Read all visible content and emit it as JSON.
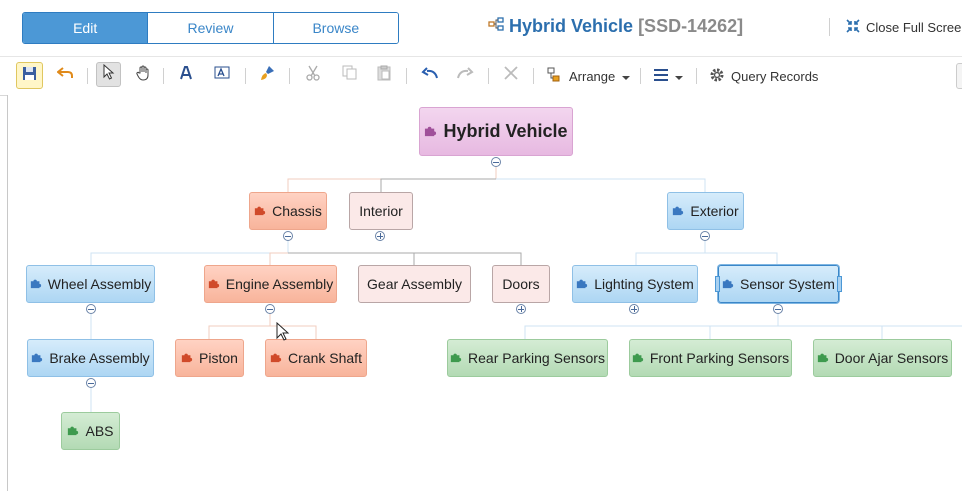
{
  "tabs": [
    {
      "label": "Edit"
    },
    {
      "label": "Review"
    },
    {
      "label": "Browse"
    }
  ],
  "header": {
    "title": "Hybrid Vehicle",
    "id": "[SSD-14262]",
    "close_full_screen": "Close Full Screen"
  },
  "toolbar": {
    "arrange_label": "Arrange",
    "query_label": "Query Records"
  },
  "diagram": {
    "root": "Hybrid Vehicle",
    "nodes": {
      "chassis": "Chassis",
      "interior": "Interior",
      "exterior": "Exterior",
      "wheel_assembly": "Wheel Assembly",
      "engine_assembly": "Engine Assembly",
      "gear_assembly": "Gear Assembly",
      "doors": "Doors",
      "lighting_system": "Lighting System",
      "sensor_system": "Sensor System",
      "brake_assembly": "Brake Assembly",
      "piston": "Piston",
      "crank_shaft": "Crank Shaft",
      "rear_parking_sensors": "Rear Parking Sensors",
      "front_parking_sensors": "Front Parking Sensors",
      "door_ajar_sensors": "Door Ajar Sensors",
      "abs": "ABS"
    },
    "colors": {
      "purple": "#e7b9e1",
      "orange": "#f8b49b",
      "pink": "#fbe9e8",
      "blue": "#add6f3",
      "green": "#b3dab4",
      "accent": "#2c6fae"
    }
  }
}
